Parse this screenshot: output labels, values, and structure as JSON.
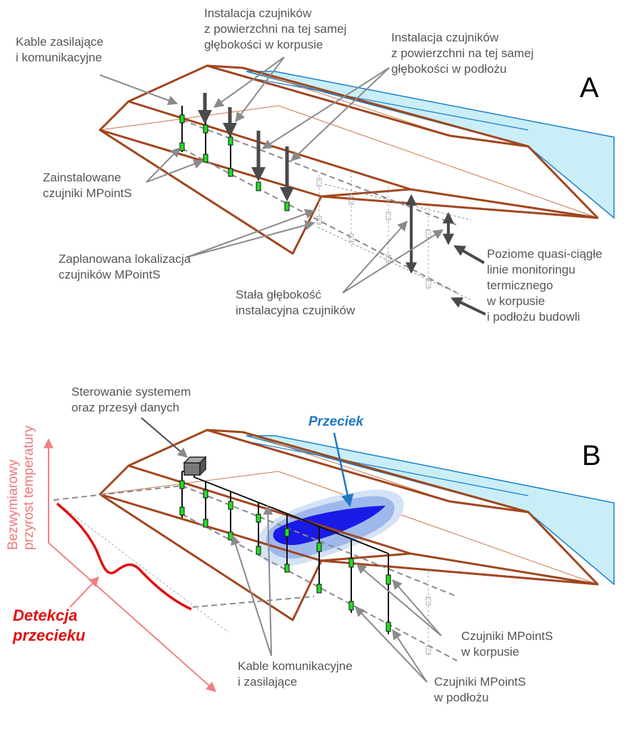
{
  "panel_a": {
    "letter": "A",
    "labels": {
      "cables": "Kable zasilające\ni komunikacyjne",
      "surface_body": "Instalacja czujników\nz powierzchni na tej samej\ngłębokości w korpusie",
      "surface_ground": "Instalacja czujników\nz powierzchni na tej samej\ngłębokości w podłożu",
      "installed": "Zainstalowane\nczujniki MPointS",
      "planned": "Zaplanowana lokalizacja\nczujników MPointS",
      "depth": "Stała głębokość\ninstalacyjna czujników",
      "lines": "Poziome quasi-ciągłe\nlinie monitoringu\ntermicznego\nw korpusie\ni podłożu budowli"
    }
  },
  "panel_b": {
    "letter": "B",
    "labels": {
      "control": "Sterowanie systemem\noraz przesył danych",
      "leak": "Przeciek",
      "axis": "Bezwymiarowy\nprzyrost temperatury",
      "detection": "Detekcja\nprzecieku",
      "cables": "Kable komunikacyjne\ni zasilające",
      "sensors_body": "Czujniki MPointS\nw korpusie",
      "sensors_ground": "Czujniki MPointS\nw podłożu"
    }
  },
  "colors": {
    "dam_outline": "#a0461e",
    "water": "#c9eef7",
    "water_edge": "#1c7fc7",
    "sensor": "#22dd22",
    "arrow_dark": "#4a4a4a",
    "arrow_gray": "#8a8a8a",
    "leak_dark": "#1a1ae6",
    "leak_light": "#b7c9ee",
    "curve": "#e01010",
    "axis_pink": "#f08080",
    "box": "#7a7a7a"
  }
}
